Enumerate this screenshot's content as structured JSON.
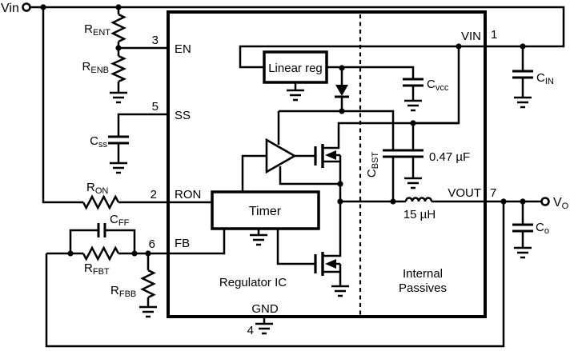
{
  "schematic": {
    "terminals": {
      "input": "Vin",
      "output_main": "V",
      "output_sub": "O"
    },
    "pins": {
      "en": {
        "num": "3",
        "label": "EN"
      },
      "ss": {
        "num": "5",
        "label": "SS"
      },
      "ron": {
        "num": "2",
        "label": "RON"
      },
      "fb": {
        "num": "6",
        "label": "FB"
      },
      "vin": {
        "num": "1",
        "label": "VIN"
      },
      "vout": {
        "num": "7",
        "label": "VOUT"
      },
      "gnd": {
        "num": "4",
        "label": "GND"
      }
    },
    "blocks": {
      "linear_reg": "Linear reg",
      "timer": "Timer"
    },
    "sections": {
      "ic_label": "Regulator IC",
      "passives_line1": "Internal",
      "passives_line2": "Passives"
    },
    "components": {
      "rent": {
        "prefix": "R",
        "sub": "ENT"
      },
      "renb": {
        "prefix": "R",
        "sub": "ENB"
      },
      "css": {
        "prefix": "C",
        "sub": "ss"
      },
      "ron": {
        "prefix": "R",
        "sub": "ON"
      },
      "cff": {
        "prefix": "C",
        "sub": "FF"
      },
      "rfbt": {
        "prefix": "R",
        "sub": "FBT"
      },
      "rfbb": {
        "prefix": "R",
        "sub": "FBB"
      },
      "cvcc": {
        "prefix": "C",
        "sub": "vcc"
      },
      "cbst": {
        "prefix": "C",
        "sub": "BST"
      },
      "cboot_value": "0.47 µF",
      "inductor_value": "15 µH",
      "cin": {
        "prefix": "C",
        "sub": "IN"
      },
      "co": {
        "prefix": "C",
        "sub": "o"
      }
    },
    "colors": {
      "ink": "#000000",
      "background": "#ffffff"
    }
  }
}
